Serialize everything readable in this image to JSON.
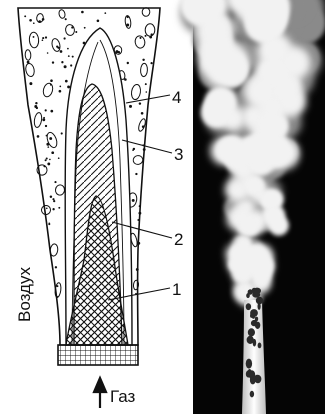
{
  "diagram": {
    "zone_labels": [
      "1",
      "2",
      "3",
      "4"
    ],
    "side_label": "Воздух",
    "inlet_label": "Газ"
  },
  "colors": {
    "ink": "#111111",
    "background": "#ffffff",
    "photo_background": "#050505",
    "flame_light": "#f2f2f2",
    "flame_grey": "#8a8a8a"
  }
}
